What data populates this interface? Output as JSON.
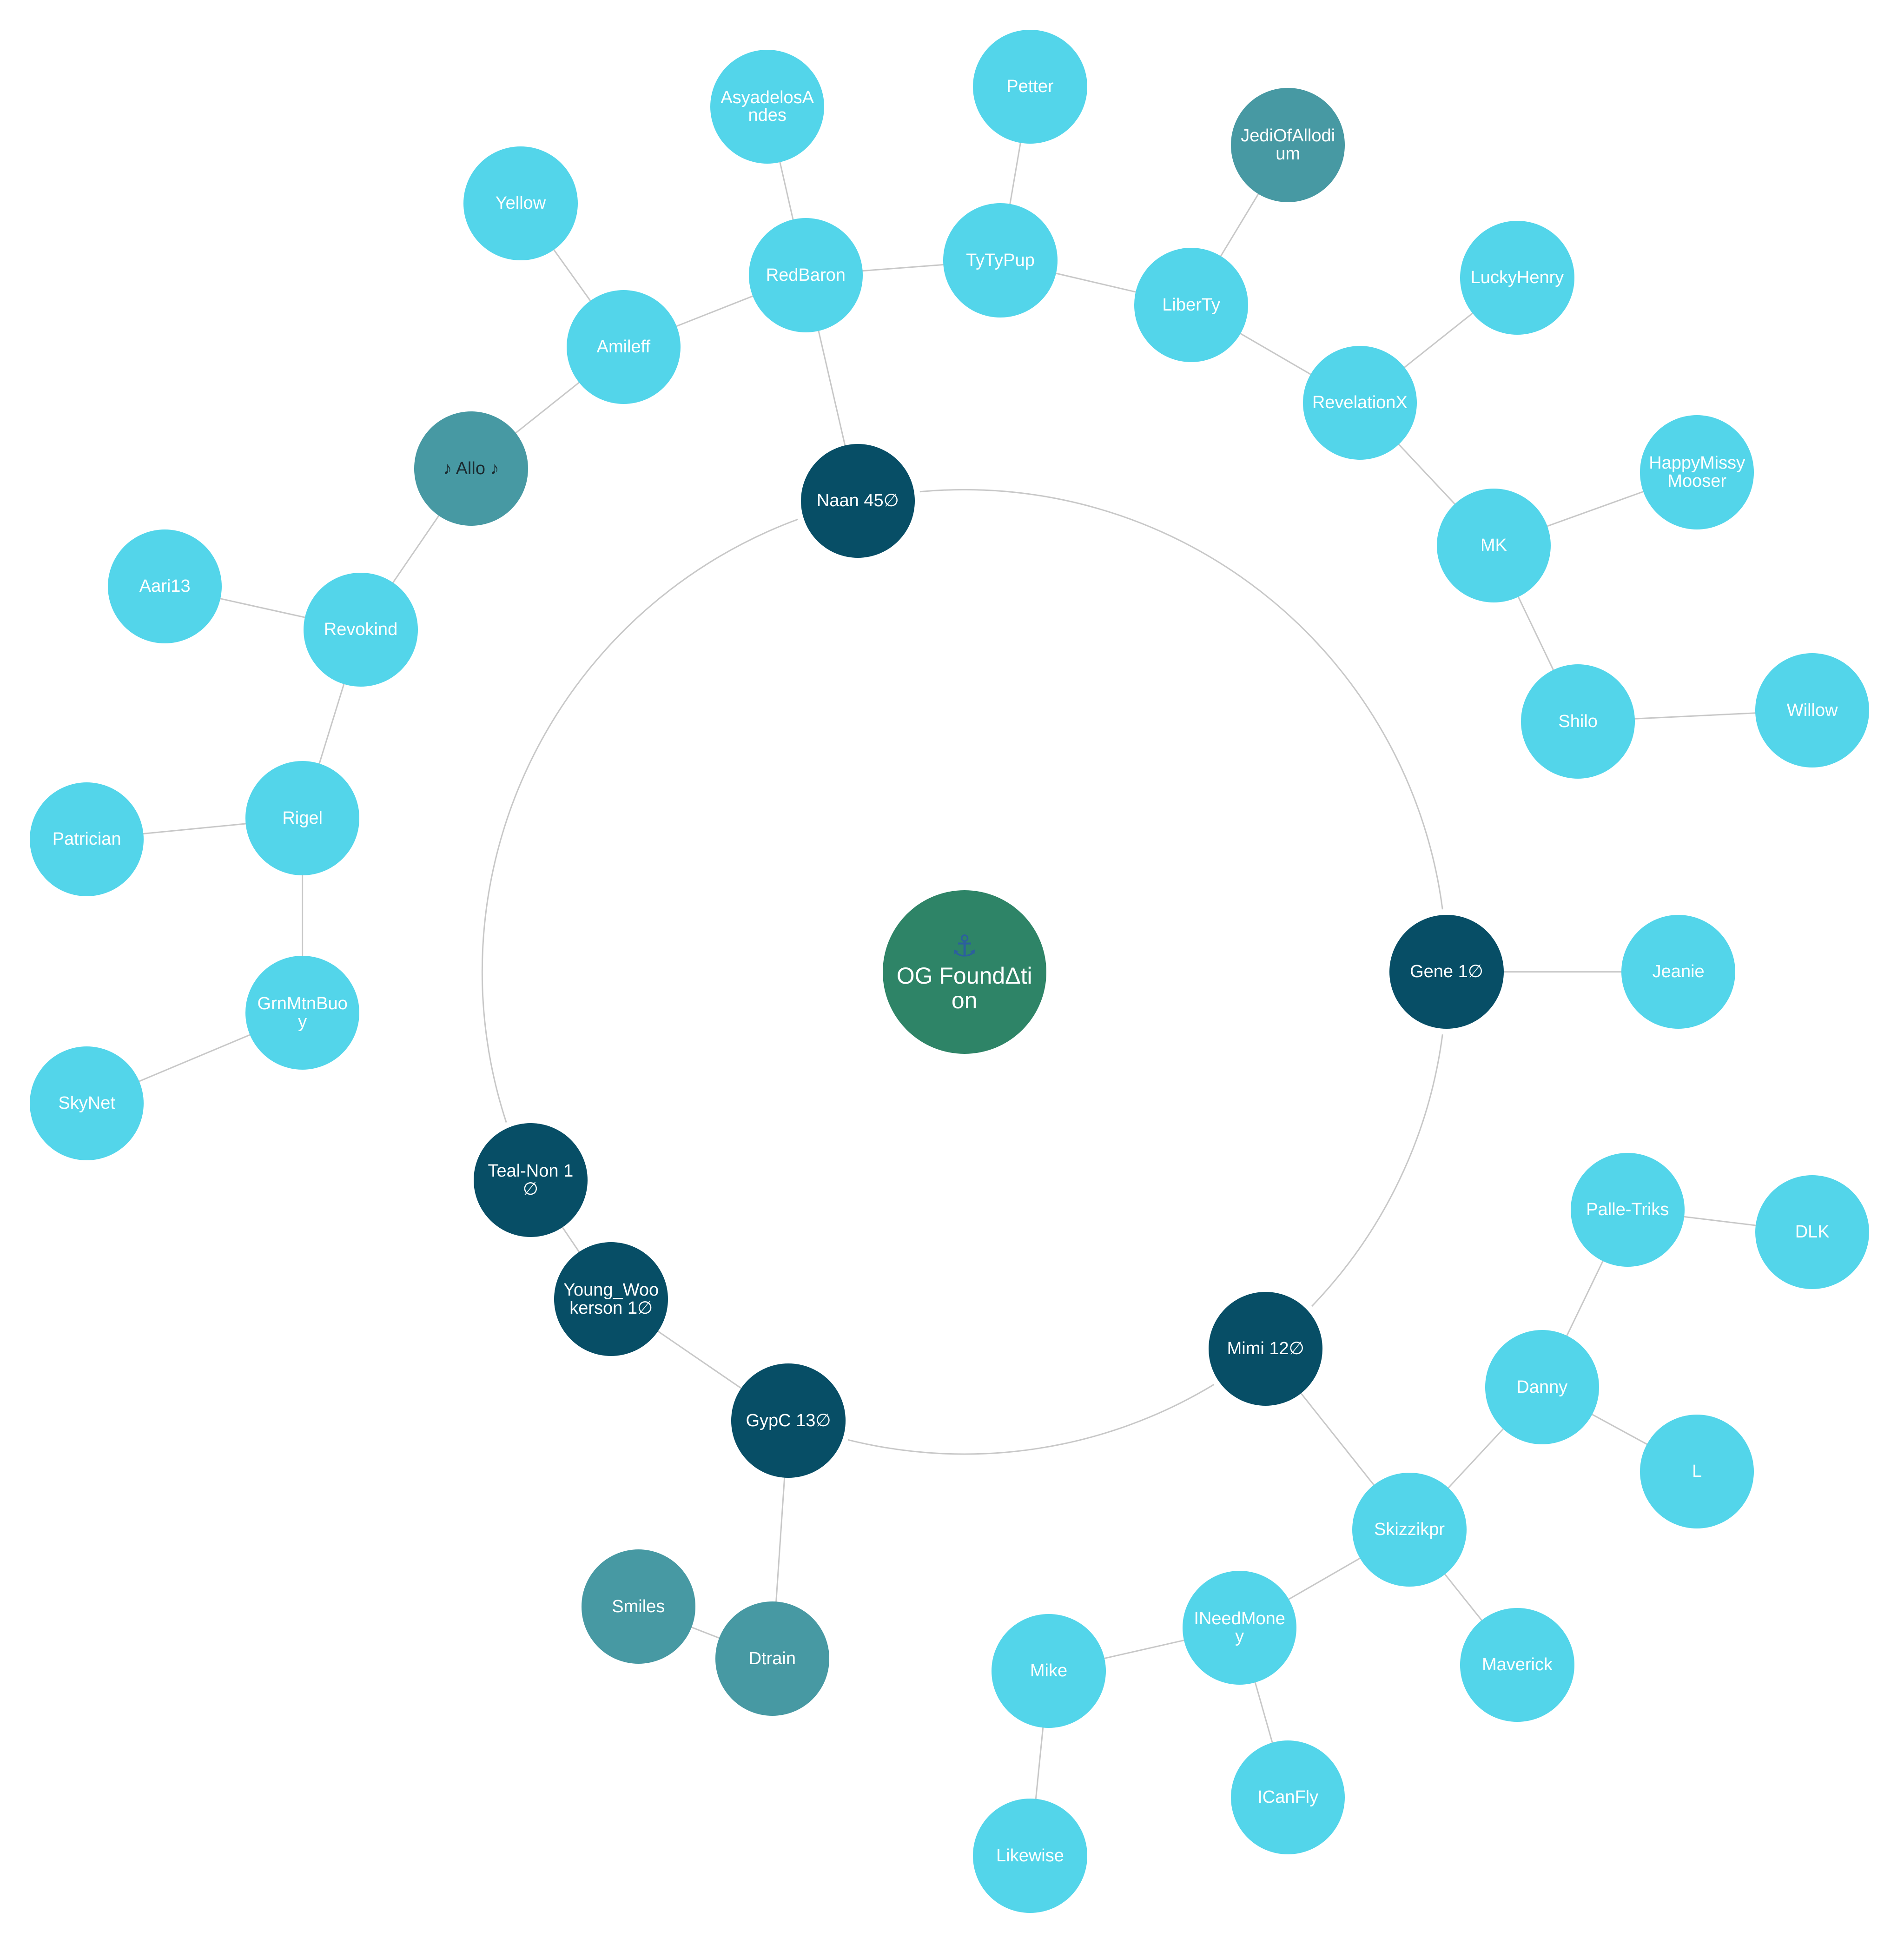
{
  "colors": {
    "background": "#ffffff",
    "link": "#c8c8c8",
    "center": "#2e8467",
    "center_icon": "#2c5f9e",
    "hub": "#074e66",
    "leaf": "#53d5ea",
    "leaf_muted": "#4799a3"
  },
  "center": {
    "label": "OG FoundΔtion",
    "icon": "anchor-icon",
    "icon_glyph": "⚓"
  },
  "nodes": [
    {
      "id": "naan",
      "label": "Naan 45∅",
      "kind": "hub",
      "color": "#074e66"
    },
    {
      "id": "gene",
      "label": "Gene 1∅",
      "kind": "hub",
      "color": "#074e66"
    },
    {
      "id": "mimi",
      "label": "Mimi 12∅",
      "kind": "hub",
      "color": "#074e66"
    },
    {
      "id": "gypc",
      "label": "GypC 13∅",
      "kind": "hub",
      "color": "#074e66"
    },
    {
      "id": "young",
      "label": "Young_Wookerson 1∅",
      "kind": "hub",
      "color": "#074e66"
    },
    {
      "id": "teal",
      "label": "Teal-Non 1∅",
      "kind": "hub",
      "color": "#074e66"
    },
    {
      "id": "redbaron",
      "label": "RedBaron",
      "kind": "leaf",
      "color": "#53d5ea"
    },
    {
      "id": "asyadelos",
      "label": "AsyadelosAndes",
      "kind": "leaf",
      "color": "#53d5ea"
    },
    {
      "id": "amileff",
      "label": "Amileff",
      "kind": "leaf",
      "color": "#53d5ea"
    },
    {
      "id": "yellow",
      "label": "Yellow",
      "kind": "leaf",
      "color": "#53d5ea"
    },
    {
      "id": "allo",
      "label": "♪ Allo ♪",
      "kind": "leaf",
      "color": "#4799a3"
    },
    {
      "id": "revokind",
      "label": "Revokind",
      "kind": "leaf",
      "color": "#53d5ea"
    },
    {
      "id": "aari13",
      "label": "Aari13",
      "kind": "leaf",
      "color": "#53d5ea"
    },
    {
      "id": "rigel",
      "label": "Rigel",
      "kind": "leaf",
      "color": "#53d5ea"
    },
    {
      "id": "patrician",
      "label": "Patrician",
      "kind": "leaf",
      "color": "#53d5ea"
    },
    {
      "id": "grnmtn",
      "label": "GrnMtnBuoy",
      "kind": "leaf",
      "color": "#53d5ea"
    },
    {
      "id": "skynet",
      "label": "SkyNet",
      "kind": "leaf",
      "color": "#53d5ea"
    },
    {
      "id": "tytypup",
      "label": "TyTyPup",
      "kind": "leaf",
      "color": "#53d5ea"
    },
    {
      "id": "petter",
      "label": "Petter",
      "kind": "leaf",
      "color": "#53d5ea"
    },
    {
      "id": "liberty",
      "label": "LiberTy",
      "kind": "leaf",
      "color": "#53d5ea"
    },
    {
      "id": "jedi",
      "label": "JediOfAllodium",
      "kind": "leaf",
      "color": "#4799a3"
    },
    {
      "id": "revelationx",
      "label": "RevelationX",
      "kind": "leaf",
      "color": "#53d5ea"
    },
    {
      "id": "luckyhenry",
      "label": "LuckyHenry",
      "kind": "leaf",
      "color": "#53d5ea"
    },
    {
      "id": "mk",
      "label": "MK",
      "kind": "leaf",
      "color": "#53d5ea"
    },
    {
      "id": "happymissy",
      "label": "HappyMissyMooser",
      "kind": "leaf",
      "color": "#53d5ea"
    },
    {
      "id": "shilo",
      "label": "Shilo",
      "kind": "leaf",
      "color": "#53d5ea"
    },
    {
      "id": "willow",
      "label": "Willow",
      "kind": "leaf",
      "color": "#53d5ea"
    },
    {
      "id": "jeanie",
      "label": "Jeanie",
      "kind": "leaf",
      "color": "#53d5ea"
    },
    {
      "id": "skizzikpr",
      "label": "Skizzikpr",
      "kind": "leaf",
      "color": "#53d5ea"
    },
    {
      "id": "danny",
      "label": "Danny",
      "kind": "leaf",
      "color": "#53d5ea"
    },
    {
      "id": "palle",
      "label": "Palle-Triks",
      "kind": "leaf",
      "color": "#53d5ea"
    },
    {
      "id": "dlk",
      "label": "DLK",
      "kind": "leaf",
      "color": "#53d5ea"
    },
    {
      "id": "l",
      "label": "L",
      "kind": "leaf",
      "color": "#53d5ea"
    },
    {
      "id": "maverick",
      "label": "Maverick",
      "kind": "leaf",
      "color": "#53d5ea"
    },
    {
      "id": "ineedmoney",
      "label": "INeedMoney",
      "kind": "leaf",
      "color": "#53d5ea"
    },
    {
      "id": "icanfly",
      "label": "ICanFly",
      "kind": "leaf",
      "color": "#53d5ea"
    },
    {
      "id": "mike",
      "label": "Mike",
      "kind": "leaf",
      "color": "#53d5ea"
    },
    {
      "id": "likewise",
      "label": "Likewise",
      "kind": "leaf",
      "color": "#53d5ea"
    },
    {
      "id": "smiles",
      "label": "Smiles",
      "kind": "leaf",
      "color": "#4799a3"
    },
    {
      "id": "dtrain",
      "label": "Dtrain",
      "kind": "leaf",
      "color": "#4799a3"
    }
  ],
  "edges": [
    [
      "naan",
      "redbaron"
    ],
    [
      "redbaron",
      "asyadelos"
    ],
    [
      "redbaron",
      "amileff"
    ],
    [
      "amileff",
      "yellow"
    ],
    [
      "amileff",
      "allo"
    ],
    [
      "allo",
      "revokind"
    ],
    [
      "revokind",
      "aari13"
    ],
    [
      "revokind",
      "rigel"
    ],
    [
      "rigel",
      "patrician"
    ],
    [
      "rigel",
      "grnmtn"
    ],
    [
      "grnmtn",
      "skynet"
    ],
    [
      "redbaron",
      "tytypup"
    ],
    [
      "tytypup",
      "petter"
    ],
    [
      "tytypup",
      "liberty"
    ],
    [
      "liberty",
      "jedi"
    ],
    [
      "liberty",
      "revelationx"
    ],
    [
      "revelationx",
      "luckyhenry"
    ],
    [
      "revelationx",
      "mk"
    ],
    [
      "mk",
      "happymissy"
    ],
    [
      "mk",
      "shilo"
    ],
    [
      "shilo",
      "willow"
    ],
    [
      "gene",
      "jeanie"
    ],
    [
      "mimi",
      "skizzikpr"
    ],
    [
      "skizzikpr",
      "danny"
    ],
    [
      "danny",
      "palle"
    ],
    [
      "palle",
      "dlk"
    ],
    [
      "danny",
      "l"
    ],
    [
      "skizzikpr",
      "maverick"
    ],
    [
      "skizzikpr",
      "ineedmoney"
    ],
    [
      "ineedmoney",
      "icanfly"
    ],
    [
      "ineedmoney",
      "mike"
    ],
    [
      "mike",
      "likewise"
    ],
    [
      "gypc",
      "dtrain"
    ],
    [
      "gypc",
      "young"
    ],
    [
      "young",
      "teal"
    ],
    [
      "smiles",
      "dtrain"
    ]
  ],
  "ring": [
    [
      "naan",
      "gene"
    ],
    [
      "gene",
      "mimi"
    ],
    [
      "mimi",
      "gypc"
    ],
    [
      "teal",
      "naan"
    ]
  ]
}
